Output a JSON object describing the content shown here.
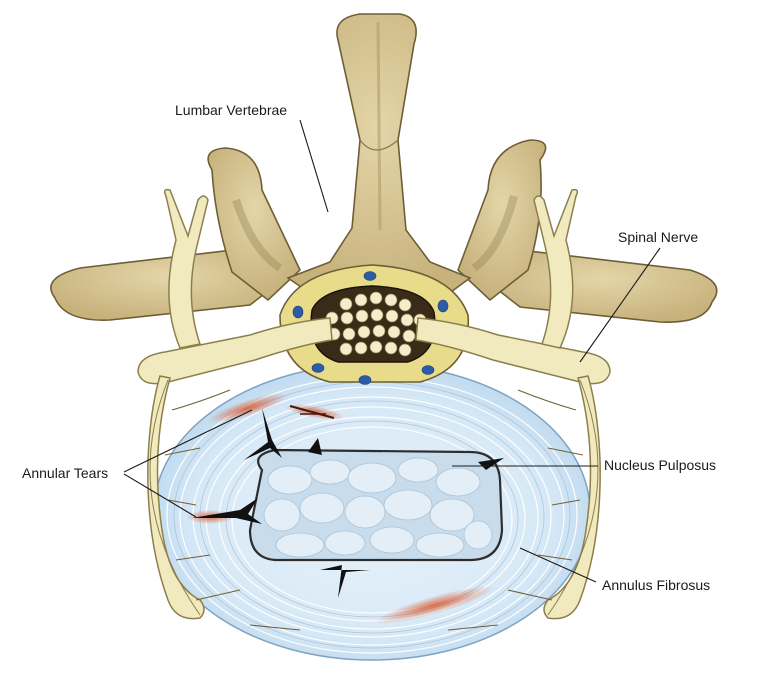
{
  "labels": {
    "lumbar_vertebrae": "Lumbar Vertebrae",
    "spinal_nerve": "Spinal Nerve",
    "nucleus_pulposus": "Nucleus Pulposus",
    "annulus_fibrosus": "Annulus Fibrosus",
    "annular_tears": "Annular Tears"
  },
  "colors": {
    "bone": "#d8c79a",
    "bone_shadow": "#b9a56f",
    "bone_outline": "#6e5e36",
    "nerve": "#f1eabf",
    "nerve_outline": "#8c7f4c",
    "canal": "#3a2a18",
    "disc": "#dcecf8",
    "disc_ring": "#ffffff",
    "nucleus": "#c7dcea",
    "tear_inflammation": "#d9562a",
    "vessel": "#2b5da7",
    "canal_ring": "#e8dc8a"
  }
}
